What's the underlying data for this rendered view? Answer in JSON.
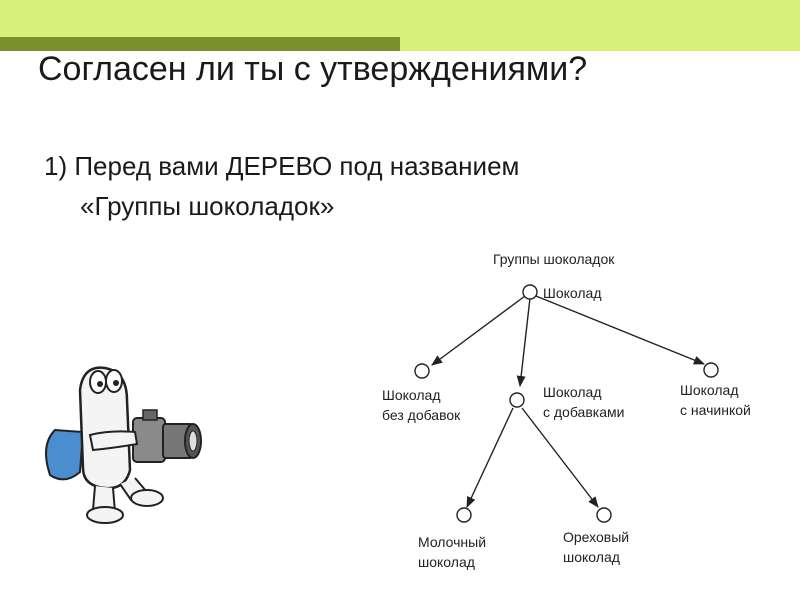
{
  "slide": {
    "title": "Согласен ли ты с утверждениями?",
    "point": {
      "line1": "1) Перед вами ДЕРЕВО под названием",
      "line2": "«Группы шоколадок»"
    }
  },
  "colors": {
    "band_light": "#d6f07a",
    "band_dark": "#7a8f2d"
  },
  "tree": {
    "root_caption": "Группы  шоколадок",
    "root": "Шоколад",
    "child1": [
      "Шоколад",
      "без  добавок"
    ],
    "child2": [
      "Шоколад",
      "с  добавками"
    ],
    "child3": [
      "Шоколад",
      "с  начинкой"
    ],
    "grand1": [
      "Молочный",
      "шоколад"
    ],
    "grand2": [
      "Ореховый",
      "шоколад"
    ]
  },
  "mascot": {
    "icon": "camera-mascot-icon"
  }
}
